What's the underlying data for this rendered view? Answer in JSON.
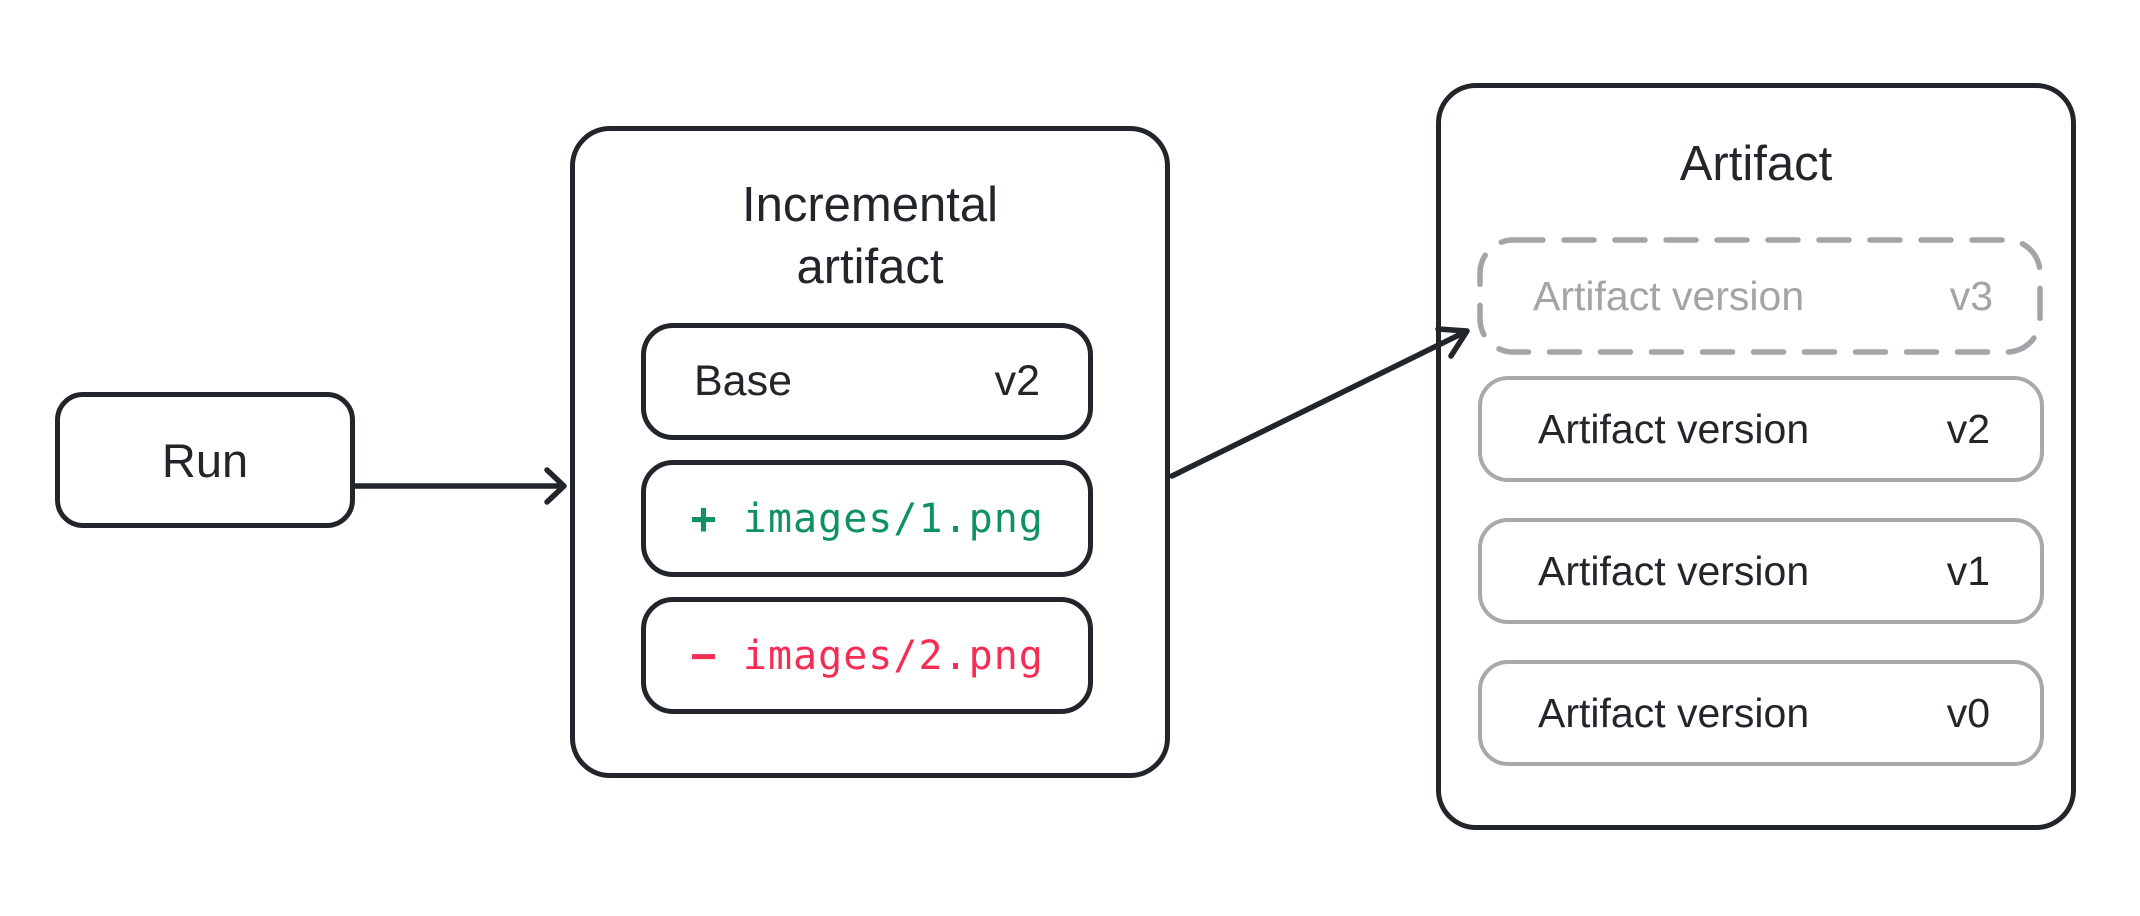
{
  "run": {
    "label": "Run"
  },
  "incremental": {
    "title": "Incremental artifact",
    "base": {
      "label": "Base",
      "version": "v2"
    },
    "diff": [
      {
        "sign": "+",
        "path": "images/1.png"
      },
      {
        "sign": "−",
        "path": "images/2.png"
      }
    ]
  },
  "artifact": {
    "title": "Artifact",
    "versions": [
      {
        "label": "Artifact version",
        "version": "v3"
      },
      {
        "label": "Artifact version",
        "version": "v2"
      },
      {
        "label": "Artifact version",
        "version": "v1"
      },
      {
        "label": "Artifact version",
        "version": "v0"
      }
    ]
  },
  "colors": {
    "background": "#ffffff",
    "ink": "#22252a",
    "added": "#0f9164",
    "removed": "#f52d55",
    "muted": "#a4a4a8",
    "version_border": "#a9a9ac"
  }
}
